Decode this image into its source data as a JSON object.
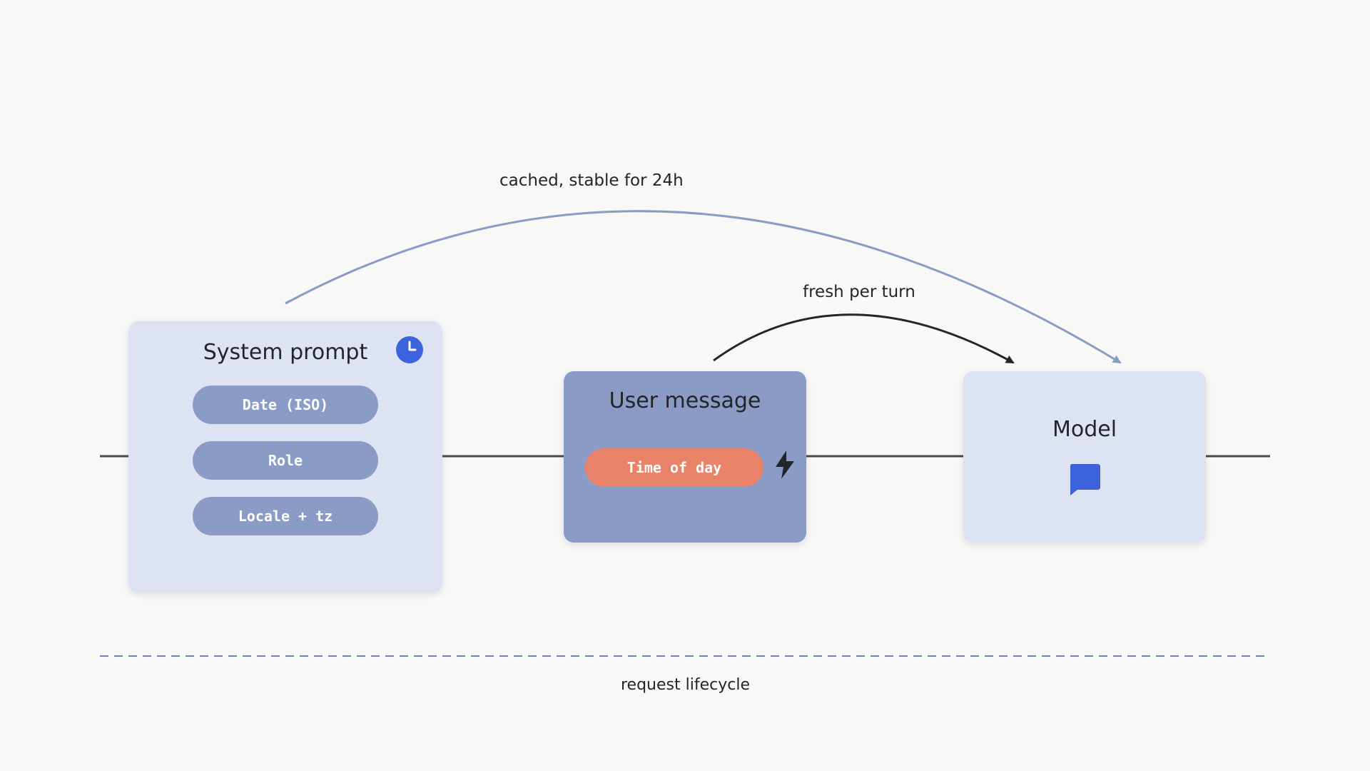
{
  "arcs": {
    "cached_label": "cached, stable for 24h",
    "fresh_label": "fresh per turn"
  },
  "system_prompt": {
    "title": "System prompt",
    "items": [
      "Date (ISO)",
      "Role",
      "Locale + tz"
    ]
  },
  "user_message": {
    "title": "User message",
    "chip": "Time of day"
  },
  "model": {
    "title": "Model"
  },
  "footer": {
    "lifecycle_label": "request lifecycle"
  },
  "colors": {
    "background": "#f8f8f6",
    "card_light": "#dee3f3",
    "card_dark": "#8a9cc5",
    "accent_blue": "#3c63dc",
    "accent_orange": "#e8836a",
    "arc_cached": "#8a9cc5",
    "arc_fresh": "#22252b",
    "timeline": "#4a4a4a"
  },
  "icons": {
    "system_prompt": "clock-icon",
    "user_message": "lightning-bolt-icon",
    "model": "chat-bubble-icon"
  }
}
